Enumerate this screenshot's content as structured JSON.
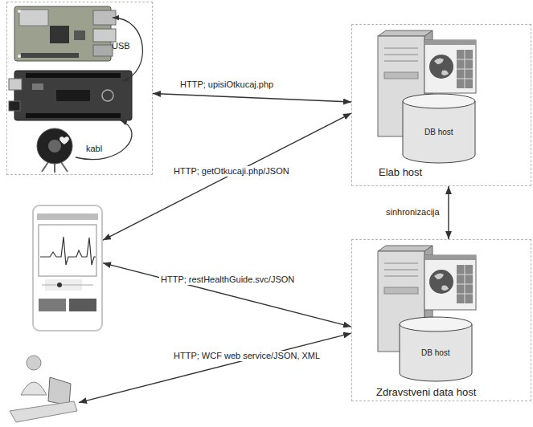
{
  "diagram": {
    "nodes": [
      {
        "text": [
          "USB",
          "kabl"
        ]
      },
      {
        "text": [
          "Elab host"
        ]
      },
      {
        "text": [
          "DB host"
        ],
        "in": 1
      },
      {
        "text": []
      },
      {
        "text": [
          "Zdravstveni data host"
        ]
      },
      {
        "text": [
          "DB host"
        ],
        "in": 4
      },
      {
        "text": []
      }
    ],
    "edges": [
      {
        "from": 0,
        "to": 1,
        "label": "HTTP; upisiOtkucaj.php",
        "arrow": "both"
      },
      {
        "from": 1,
        "to": 3,
        "label": "HTTP; getOtkucaji.php/JSON",
        "arrow": "both"
      },
      {
        "from": 1,
        "to": 4,
        "label": "sinhronizacija",
        "arrow": "both"
      },
      {
        "from": 4,
        "to": 3,
        "label": "HTTP; restHealthGuide.svc/JSON",
        "arrow": "both"
      },
      {
        "from": 4,
        "to": 6,
        "label": "HTTP; WCF web service/JSON, XML",
        "arrow": "both"
      }
    ]
  }
}
